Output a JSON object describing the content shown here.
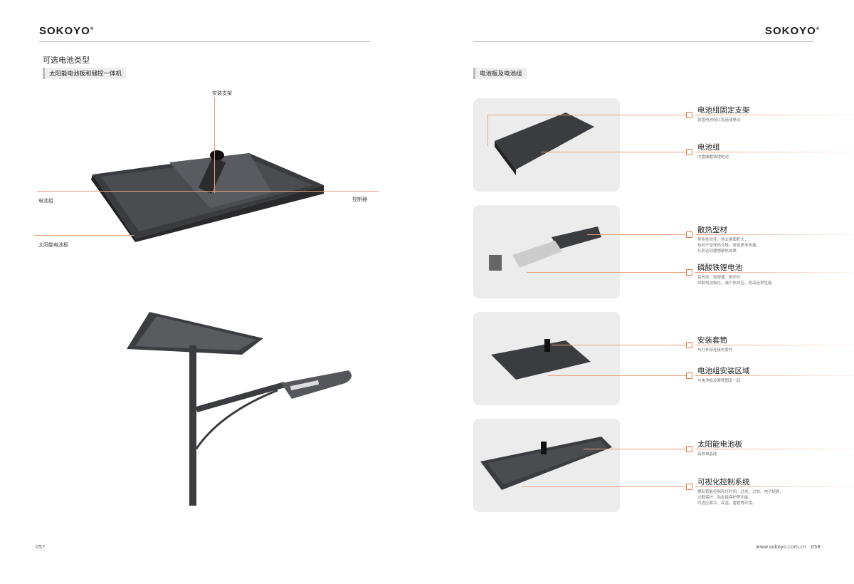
{
  "brand": "SOKOYO",
  "left": {
    "section_title": "可选电池类型",
    "tag": "太阳能电池板和储控一体机",
    "labels": {
      "bracket": "安装支架",
      "battery": "电池组",
      "controller": "控制器",
      "panel": "太阳能电池板"
    },
    "page_number": "057"
  },
  "right": {
    "tag": "电池板及电池组",
    "callouts": [
      {
        "title": "电池组固定支架",
        "desc": [
          "紧固电池组以免造成晃动"
        ]
      },
      {
        "title": "电池组",
        "desc": [
          "内置磷酸铁锂电池"
        ]
      },
      {
        "title": "散热型材",
        "desc": [
          "导热性较佳，热交换面积大，",
          "有利于加快热交换，带走更多热量，",
          "从而达到理想散热效果"
        ]
      },
      {
        "title": "磷酸铁锂电池",
        "desc": [
          "高效率、轻便捷、寿命长",
          "抑制电池极化，减少热效应，提高倍率性能"
        ]
      },
      {
        "title": "安装套筒",
        "desc": [
          "与灯杆部连接的套件"
        ]
      },
      {
        "title": "电池组安装区域",
        "desc": [
          "与电池板及套筒固定一起"
        ]
      },
      {
        "title": "太阳能电池板",
        "desc": [
          "高效单晶硅"
        ]
      },
      {
        "title": "可视化控制系统",
        "desc": [
          "拥有智能控制亮灯时间、过充、过放、电子短路、",
          "过载保护、防反接保护等功能，",
          "可适应寒冷、高温、雷霆等环境。"
        ]
      }
    ],
    "website": "www.sokoyo.com.cn",
    "page_number": "058"
  },
  "colors": {
    "accent": "#e8a27c",
    "card": "#ececec"
  }
}
